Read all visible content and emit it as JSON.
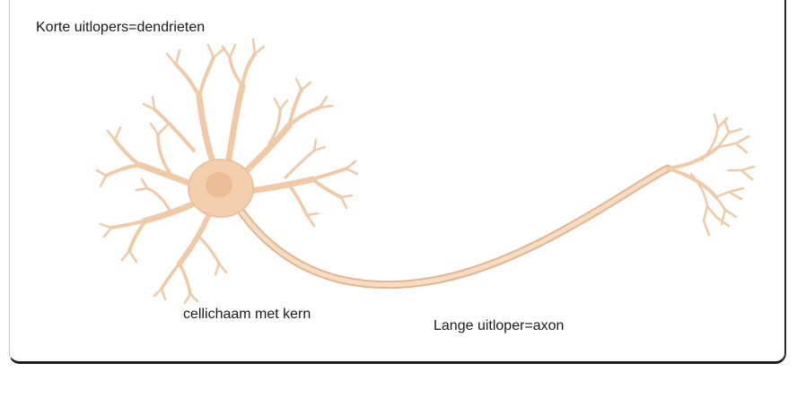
{
  "labels": {
    "dendrites": "Korte uitlopers=dendrieten",
    "soma": "cellichaam met kern",
    "axon": "Lange uitloper=axon"
  },
  "colors": {
    "neuron_fill": "#f3cfae",
    "neuron_stroke": "#e2b48d",
    "nucleus": "#ecc09c",
    "frame": "#1e1e1e"
  }
}
